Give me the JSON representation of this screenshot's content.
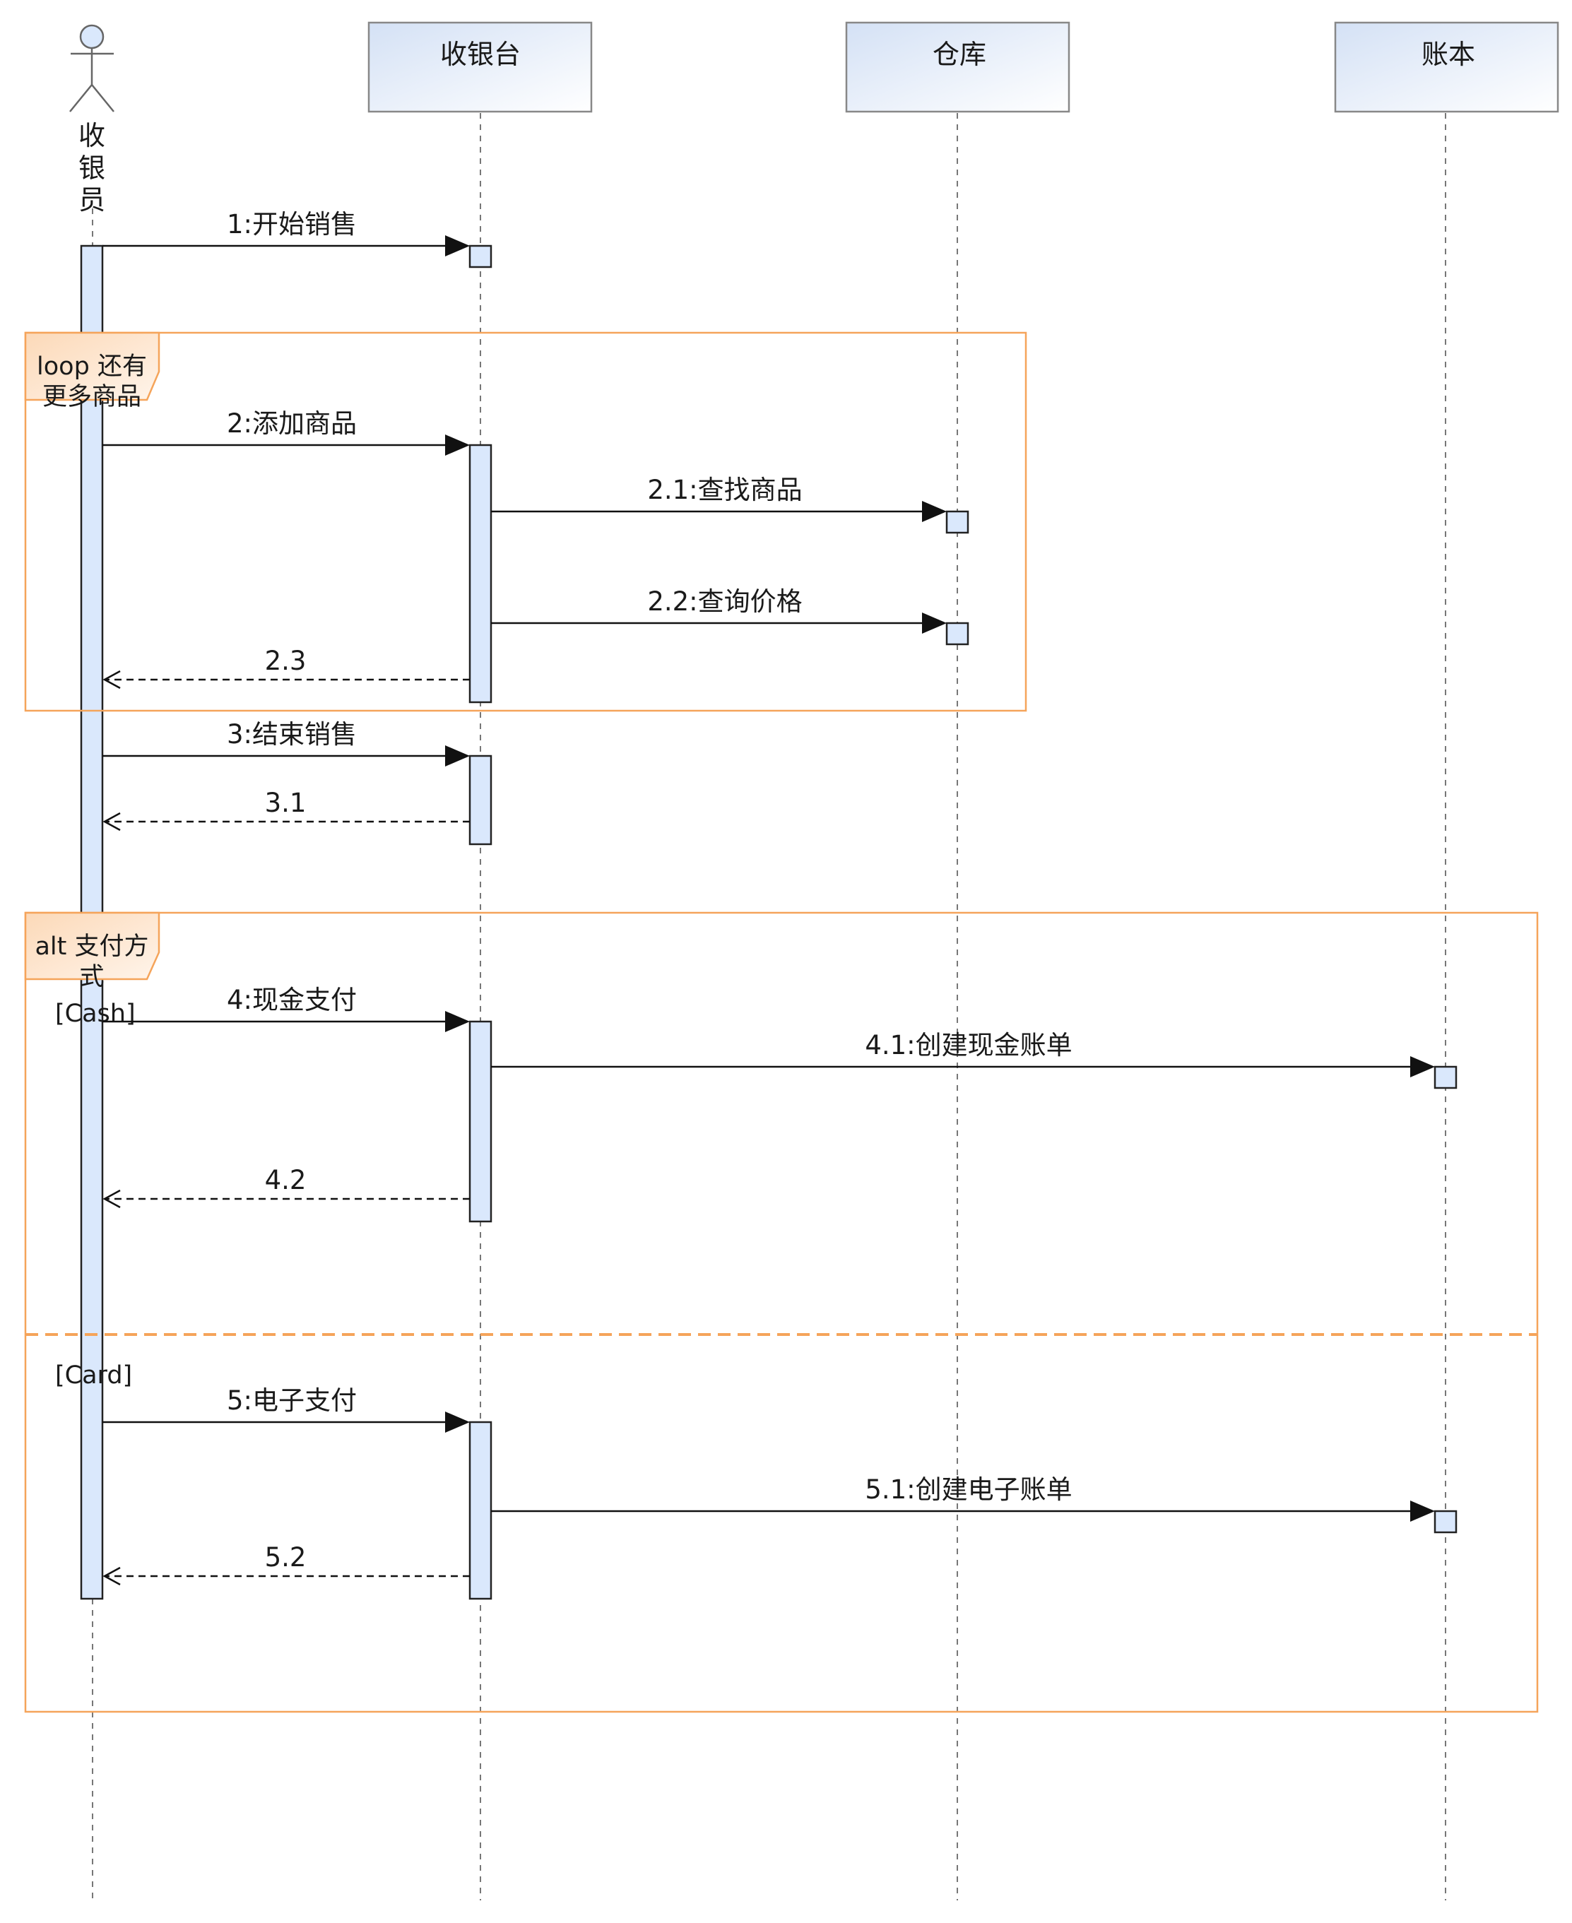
{
  "actor": {
    "name_chars": [
      "收",
      "银",
      "员"
    ]
  },
  "lifelines": [
    {
      "id": "cashier-system",
      "label": "收银台"
    },
    {
      "id": "warehouse",
      "label": "仓库"
    },
    {
      "id": "ledger",
      "label": "账本"
    }
  ],
  "frames": {
    "loop": {
      "title_lines": [
        "loop 还有",
        "更多商品"
      ]
    },
    "alt": {
      "title_lines": [
        "alt 支付方",
        "式"
      ],
      "guard_cash": "[Cash]",
      "guard_card": "[Card]"
    }
  },
  "messages": {
    "m1": "1:开始销售",
    "m2": "2:添加商品",
    "m2_1": "2.1:查找商品",
    "m2_2": "2.2:查询价格",
    "m2_3": "2.3",
    "m3": "3:结束销售",
    "m3_1": "3.1",
    "m4": "4:现金支付",
    "m4_1": "4.1:创建现金账单",
    "m4_2": "4.2",
    "m5": "5:电子支付",
    "m5_1": "5.1:创建电子账单",
    "m5_2": "5.2"
  },
  "colors": {
    "frame_border": "#f5a45a",
    "frame_tab": "#fde6cf",
    "activation_fill": "#dae8fc",
    "header_top": "#d4e1f5",
    "header_bottom": "#ffffff"
  }
}
